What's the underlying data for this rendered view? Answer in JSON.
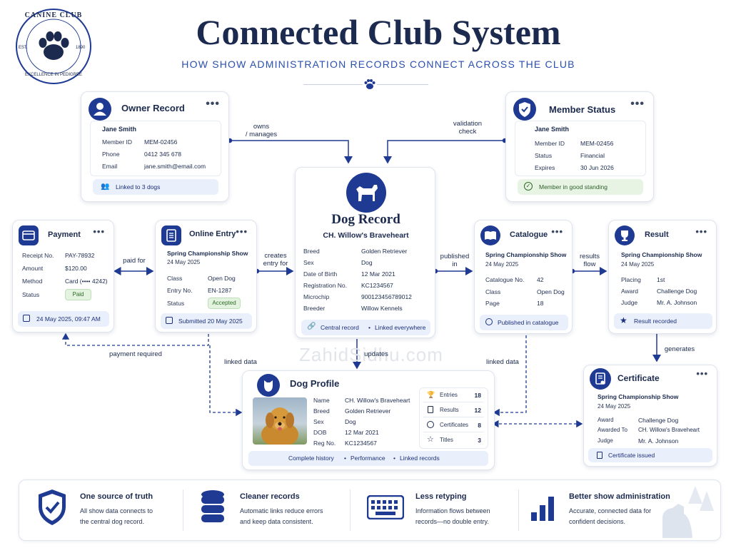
{
  "header": {
    "title": "Connected Club System",
    "subtitle": "HOW SHOW ADMINISTRATION RECORDS CONNECT ACROSS THE CLUB"
  },
  "logo": {
    "top_text": "CANINE CLUB",
    "bottom_text": "EXCELLENCE IN PEDIGREE",
    "est_label": "EST.",
    "est_year": "1890"
  },
  "watermark": "ZahidSidhu.com",
  "owner": {
    "title": "Owner Record",
    "name": "Jane Smith",
    "rows": [
      {
        "label": "Member ID",
        "value": "MEM-02456"
      },
      {
        "label": "Phone",
        "value": "0412 345 678"
      },
      {
        "label": "Email",
        "value": "jane.smith@email.com"
      }
    ],
    "footer": "Linked to 3 dogs"
  },
  "member": {
    "title": "Member Status",
    "name": "Jane Smith",
    "rows": [
      {
        "label": "Member ID",
        "value": "MEM-02456"
      },
      {
        "label": "Status",
        "value": "Financial"
      },
      {
        "label": "Expires",
        "value": "30 Jun 2026"
      }
    ],
    "footer": "Member in good standing"
  },
  "dog_record": {
    "title": "Dog Record",
    "dog_name": "CH. Willow's Braveheart",
    "rows": [
      {
        "label": "Breed",
        "value": "Golden Retriever"
      },
      {
        "label": "Sex",
        "value": "Dog"
      },
      {
        "label": "Date of Birth",
        "value": "12 Mar 2021"
      },
      {
        "label": "Registration No.",
        "value": "KC1234567"
      },
      {
        "label": "Microchip",
        "value": "900123456789012"
      },
      {
        "label": "Breeder",
        "value": "Willow Kennels"
      }
    ],
    "footer_left": "Central record",
    "footer_sep": "•",
    "footer_right": "Linked everywhere"
  },
  "payment": {
    "title": "Payment",
    "rows": [
      {
        "label": "Receipt No.",
        "value": "PAY-78932"
      },
      {
        "label": "Amount",
        "value": "$120.00"
      },
      {
        "label": "Method",
        "value": "Card (•••• 4242)"
      }
    ],
    "status_label": "Status",
    "status_value": "Paid",
    "footer": "24 May 2025, 09:47 AM"
  },
  "entry": {
    "title": "Online Entry",
    "show": "Spring Championship Show",
    "date": "24 May 2025",
    "rows": [
      {
        "label": "Class",
        "value": "Open Dog"
      },
      {
        "label": "Entry No.",
        "value": "EN-1287"
      }
    ],
    "status_label": "Status",
    "status_value": "Accepted",
    "footer": "Submitted 20 May 2025"
  },
  "catalogue": {
    "title": "Catalogue",
    "show": "Spring Championship Show",
    "date": "24 May 2025",
    "rows": [
      {
        "label": "Catalogue No.",
        "value": "42"
      },
      {
        "label": "Class",
        "value": "Open Dog"
      },
      {
        "label": "Page",
        "value": "18"
      }
    ],
    "footer": "Published in catalogue"
  },
  "result": {
    "title": "Result",
    "show": "Spring Championship Show",
    "date": "24 May 2025",
    "rows": [
      {
        "label": "Placing",
        "value": "1st"
      },
      {
        "label": "Award",
        "value": "Challenge Dog"
      },
      {
        "label": "Judge",
        "value": "Mr. A. Johnson"
      }
    ],
    "footer": "Result recorded"
  },
  "profile": {
    "title": "Dog Profile",
    "rows": [
      {
        "label": "Name",
        "value": "CH. Willow's Braveheart"
      },
      {
        "label": "Breed",
        "value": "Golden Retriever"
      },
      {
        "label": "Sex",
        "value": "Dog"
      },
      {
        "label": "DOB",
        "value": "12 Mar 2021"
      },
      {
        "label": "Reg No.",
        "value": "KC1234567"
      }
    ],
    "stats": [
      {
        "label": "Entries",
        "value": "18",
        "icon": "trophy-icon"
      },
      {
        "label": "Results",
        "value": "12",
        "icon": "clipboard-icon"
      },
      {
        "label": "Certificates",
        "value": "8",
        "icon": "badge-icon"
      },
      {
        "label": "Titles",
        "value": "3",
        "icon": "star-icon"
      }
    ],
    "footer": [
      "Complete history",
      "•",
      "Performance",
      "•",
      "Linked records"
    ]
  },
  "certificate": {
    "title": "Certificate",
    "show": "Spring Championship Show",
    "date": "24 May 2025",
    "rows": [
      {
        "label": "Award",
        "value": "Challenge Dog"
      },
      {
        "label": "Awarded To",
        "value": "CH. Willow's Braveheart"
      },
      {
        "label": "Judge",
        "value": "Mr. A. Johnson"
      }
    ],
    "footer": "Certificate issued"
  },
  "connectors": {
    "owns": [
      "owns",
      "/ manages"
    ],
    "validation": [
      "validation",
      "check"
    ],
    "paid_for": "paid for",
    "creates": [
      "creates",
      "entry for"
    ],
    "published": [
      "published",
      "in"
    ],
    "results_flow": [
      "results",
      "flow"
    ],
    "payment_required": "payment required",
    "updates": "updates",
    "linked_data_left": "linked data",
    "linked_data_right": "linked data",
    "generates": "generates"
  },
  "benefits": [
    {
      "title": "One source of truth",
      "line1": "All show data connects to",
      "line2": "the central dog record.",
      "icon": "shield-check-icon"
    },
    {
      "title": "Cleaner records",
      "line1": "Automatic links reduce errors",
      "line2": "and keep data consistent.",
      "icon": "database-icon"
    },
    {
      "title": "Less retyping",
      "line1": "Information flows between",
      "line2": "records—no double entry.",
      "icon": "keyboard-icon"
    },
    {
      "title": "Better show administration",
      "line1": "Accurate, connected data for",
      "line2": "confident decisions.",
      "icon": "bar-chart-icon"
    }
  ],
  "colors": {
    "navy": "#1b2f7a",
    "accent": "#1f3a93",
    "green": "#2e6b28"
  }
}
